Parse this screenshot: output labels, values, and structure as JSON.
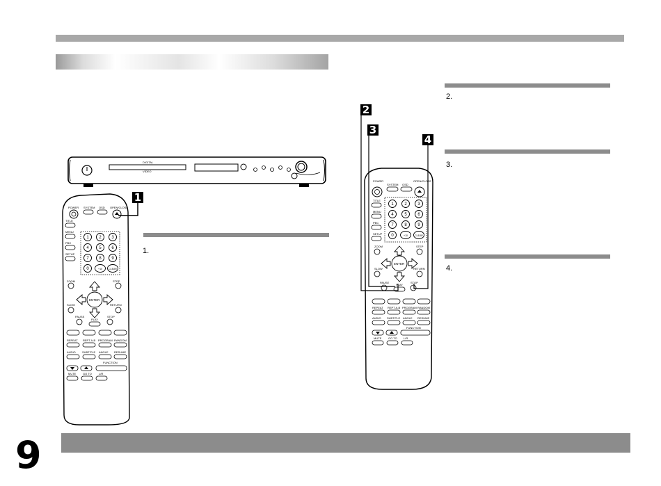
{
  "page": {
    "number": "9"
  },
  "callouts": {
    "one": "1",
    "two": "2",
    "three": "3",
    "four": "4"
  },
  "steps": {
    "s1": "1.",
    "s2": "2.",
    "s3": "3.",
    "s4": "4."
  },
  "device": {
    "logo_line1": "DIGITAL",
    "logo_line2": "VIDEO"
  },
  "remote": {
    "power": "POWER",
    "system": "SYSTEM",
    "osd": "OSD",
    "open_close": "OPEN/CLOSE",
    "title": "TITLE",
    "menu": "MENU",
    "pbc": "PBC",
    "setup": "SETUP",
    "zoom": "ZOOM",
    "step": "STEP",
    "slow": "SLOW",
    "return": "RETURN",
    "enter": "ENTER",
    "pause": "PAUSE",
    "play": "PLAY",
    "stop": "STOP",
    "repeat": "REPEAT",
    "rept_ab": "REPT A-B",
    "program": "PROGRAM",
    "random": "RANDOM",
    "audio": "AUDIO",
    "subtitle": "SUBTITLE",
    "angle": "ANGLE",
    "resume": "RESUME",
    "function": "FUNCTION",
    "mute": "MUTE",
    "go_to": "GO TO",
    "lr": "L/R",
    "digits": [
      "1",
      "2",
      "3",
      "4",
      "5",
      "6",
      "7",
      "8",
      "9",
      "0",
      "+10",
      "CLEAR"
    ]
  }
}
